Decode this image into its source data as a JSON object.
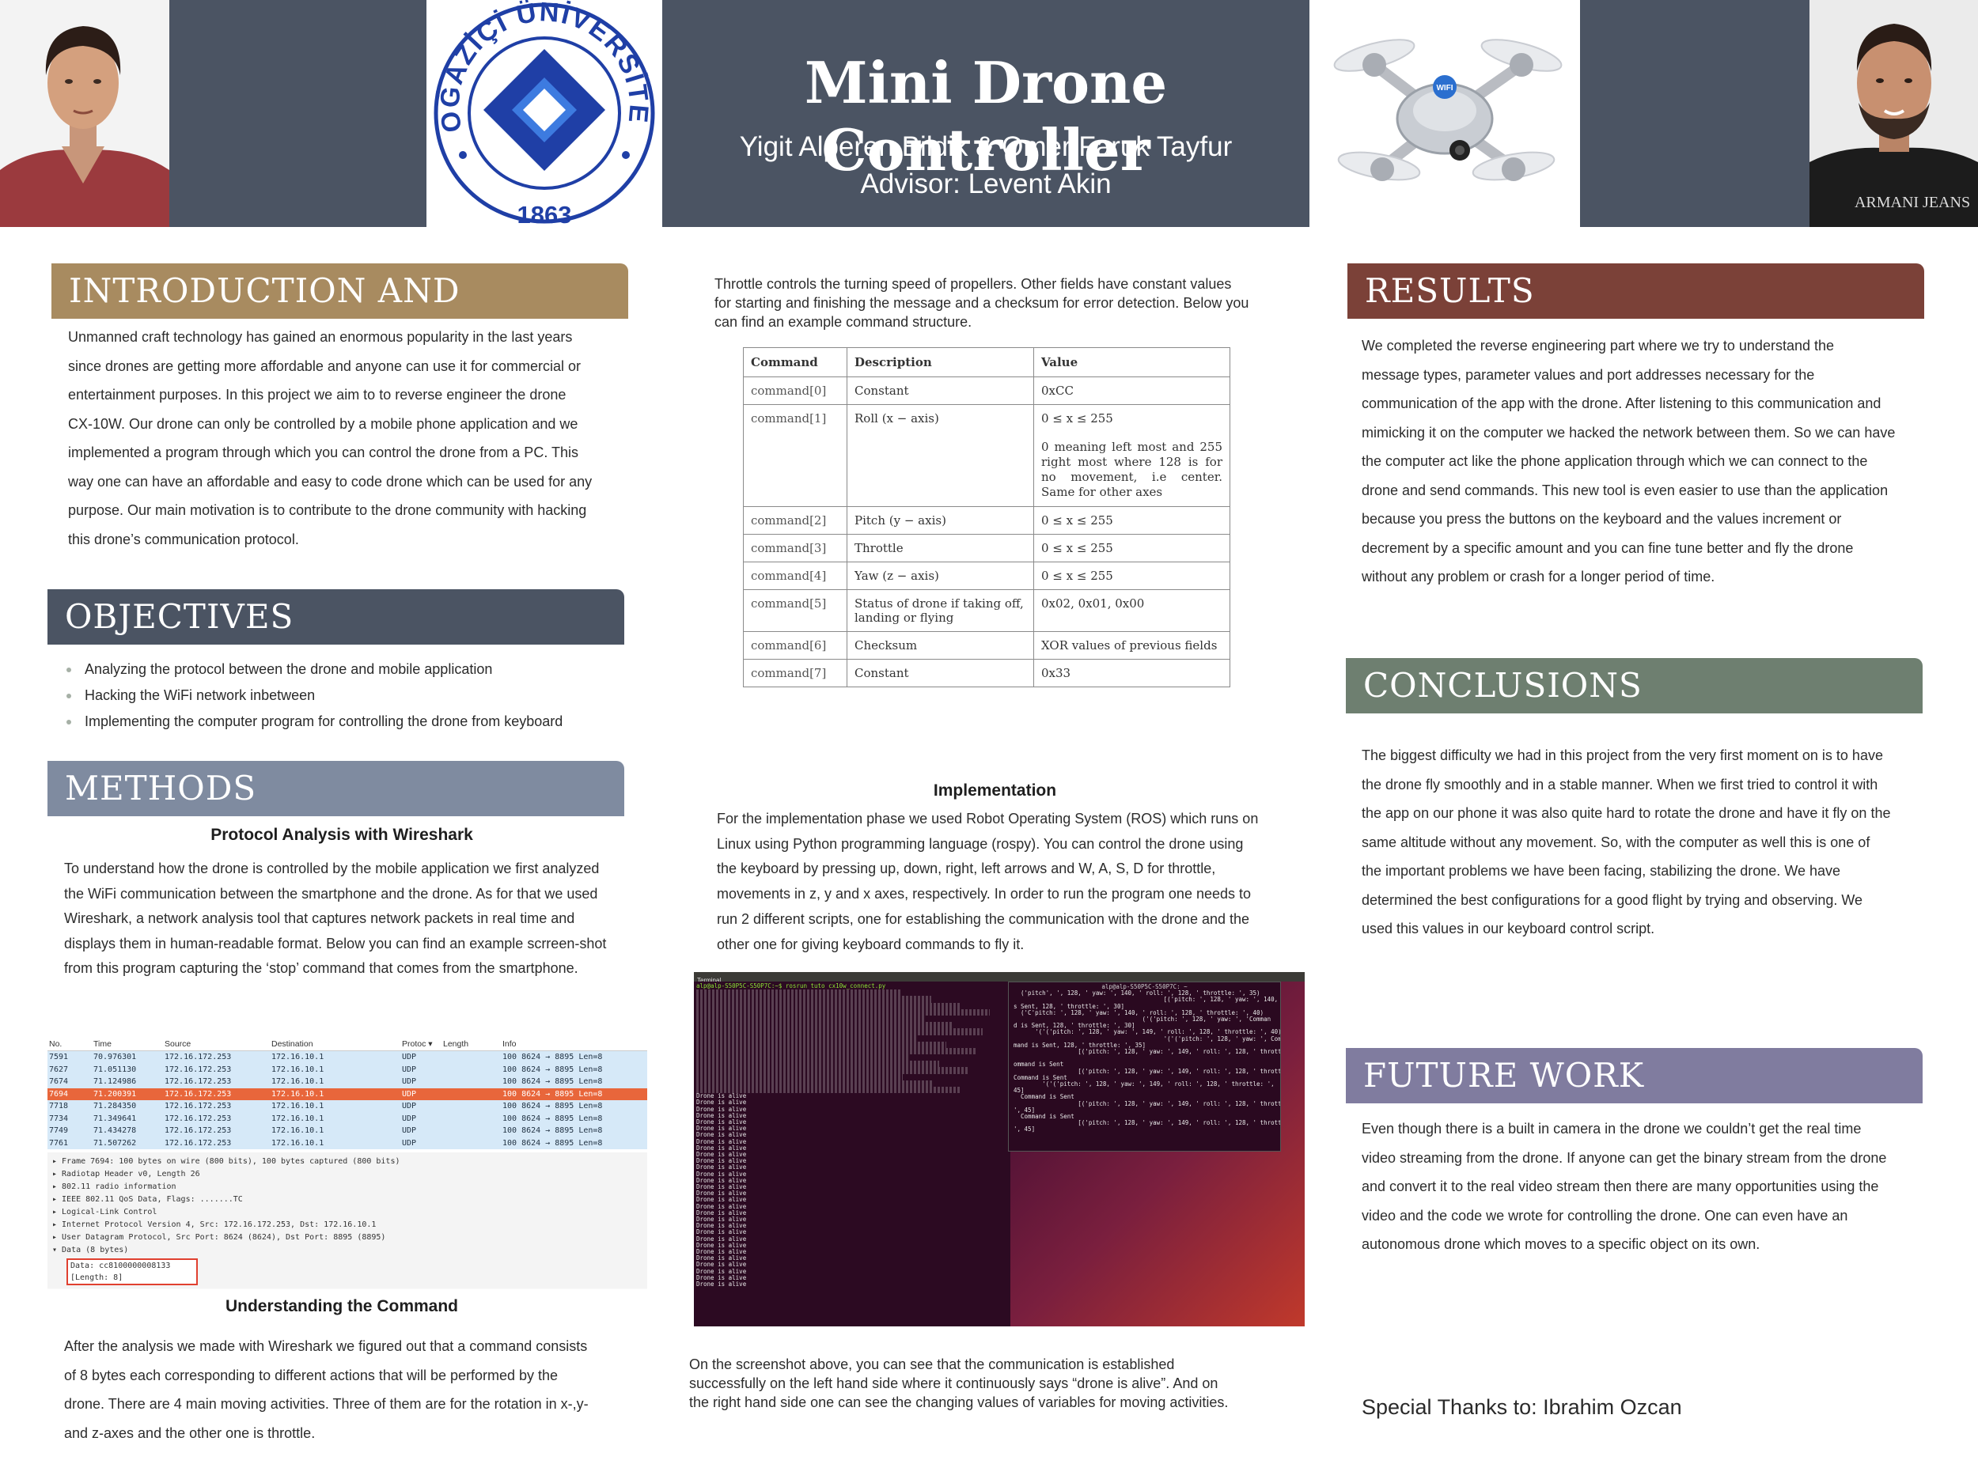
{
  "header": {
    "title": "Mini Drone Controller",
    "authors": "Yigit Alperen Bildik & Omer Faruk Tayfur",
    "advisor": "Advisor: Levent Akin",
    "logo": {
      "arc_text": "BOĞAZİÇİ ÜNİVERSİTESİ",
      "year": "1863",
      "color": "#1f3fa6"
    },
    "drone_label": "WIFI",
    "shirt_text": "ARMANI JEANS"
  },
  "intro": {
    "heading": "INTRODUCTION AND MOTIVATION",
    "lines": [
      "Unmanned craft technology has gained an enormous popularity in the last years",
      "since drones are getting more affordable and anyone can use it for commercial or",
      "entertainment purposes. In this project we aim to to reverse engineer the drone",
      "CX-10W. Our drone can only be controlled by a mobile phone application and we",
      "implemented a program through which you can control the drone from a PC. This",
      "way one can have an affordable and easy to code drone which can be used for any",
      "purpose. Our main motivation is to contribute to the drone community with hacking",
      "this drone’s communication protocol."
    ]
  },
  "objectives": {
    "heading": "OBJECTIVES",
    "items": [
      "Analyzing the protocol between the drone and mobile application",
      "Hacking the WiFi network inbetween",
      "Implementing the computer program for controlling the drone from keyboard"
    ]
  },
  "methods": {
    "heading": "METHODS",
    "wireshark_title": "Protocol Analysis with Wireshark",
    "wireshark_lines": [
      "To understand how the drone is controlled by the mobile application we first analyzed",
      "the WiFi communication between the smartphone and the drone. As for that we used",
      "Wireshark, a network analysis tool that captures network packets in real time and",
      "displays them in human-readable format. Below you can find an example scrreen-shot",
      "from this program capturing the ‘stop’ command that comes from the smartphone."
    ],
    "understanding_title": "Understanding the Command",
    "understanding_lines": [
      "After the analysis we made with Wireshark we figured out that a command consists",
      "of 8 bytes each corresponding to different actions that will be performed by the",
      "drone. There are 4 main moving activities. Three of them are for the rotation in x-,y-",
      "and z-axes and the other one is throttle."
    ]
  },
  "wireshark": {
    "columns": [
      "No.",
      "Time",
      "Source",
      "Destination",
      "Protoc ▾",
      "Length",
      "Info"
    ],
    "rows": [
      [
        "7591",
        "70.976301",
        "172.16.172.253",
        "172.16.10.1",
        "UDP",
        "",
        "100 8624 → 8895  Len=8"
      ],
      [
        "7627",
        "71.051130",
        "172.16.172.253",
        "172.16.10.1",
        "UDP",
        "",
        "100 8624 → 8895  Len=8"
      ],
      [
        "7674",
        "71.124986",
        "172.16.172.253",
        "172.16.10.1",
        "UDP",
        "",
        "100 8624 → 8895  Len=8"
      ],
      [
        "7694",
        "71.200391",
        "172.16.172.253",
        "172.16.10.1",
        "UDP",
        "",
        "100 8624 → 8895  Len=8"
      ],
      [
        "7718",
        "71.284350",
        "172.16.172.253",
        "172.16.10.1",
        "UDP",
        "",
        "100 8624 → 8895  Len=8"
      ],
      [
        "7734",
        "71.349641",
        "172.16.172.253",
        "172.16.10.1",
        "UDP",
        "",
        "100 8624 → 8895  Len=8"
      ],
      [
        "7749",
        "71.434278",
        "172.16.172.253",
        "172.16.10.1",
        "UDP",
        "",
        "100 8624 → 8895  Len=8"
      ],
      [
        "7761",
        "71.507262",
        "172.16.172.253",
        "172.16.10.1",
        "UDP",
        "",
        "100 8624 → 8895  Len=8"
      ]
    ],
    "selected_row": 3,
    "details": [
      "▸ Frame 7694: 100 bytes on wire (800 bits), 100 bytes captured (800 bits)",
      "▸ Radiotap Header v0, Length 26",
      "▸ 802.11 radio information",
      "▸ IEEE 802.11 QoS Data, Flags: .......TC",
      "▸ Logical-Link Control",
      "▸ Internet Protocol Version 4, Src: 172.16.172.253, Dst: 172.16.10.1",
      "▸ User Datagram Protocol, Src Port: 8624 (8624), Dst Port: 8895 (8895)",
      "▾ Data (8 bytes)"
    ],
    "data_line": "Data: cc8100000008133",
    "length_line": "[Length: 8]"
  },
  "middle": {
    "intro_lines": [
      "Throttle controls the turning speed of propellers. Other fields have constant values",
      "for starting and finishing the message and a checksum for error detection. Below you",
      "can find an example command structure."
    ],
    "impl_title": "Implementation",
    "impl_lines": [
      "For the implementation phase we used Robot Operating System (ROS) which runs on",
      "Linux using Python programming language (rospy). You can control the drone using",
      "the keyboard by pressing up, down, right, left arrows and W, A, S, D for throttle,",
      "movements in z, y and x axes, respectively. In order to run the program one needs to",
      "run 2 different scripts, one for establishing the communication with the drone and the",
      "other one for giving keyboard commands to fly it."
    ],
    "caption_lines": [
      "On the screenshot above, you can see that the communication is established",
      "successfully on the left hand side where it continuously  says “drone is alive”. And on",
      "the right hand side one can see the changing values of variables for moving activities."
    ]
  },
  "table": {
    "headers": [
      "Command",
      "Description",
      "Value"
    ],
    "rows": [
      {
        "cmd": "command[0]",
        "desc": "Constant",
        "val": "0xCC",
        "val2": ""
      },
      {
        "cmd": "command[1]",
        "desc": "Roll (x − axis)",
        "val": "0 ≤ x ≤ 255",
        "val2": "0 meaning left most and 255 right most where 128 is for no movement, i.e center. Same for other axes"
      },
      {
        "cmd": "command[2]",
        "desc": "Pitch (y − axis)",
        "val": "0 ≤ x ≤ 255",
        "val2": ""
      },
      {
        "cmd": "command[3]",
        "desc": "Throttle",
        "val": "0 ≤ x ≤ 255",
        "val2": ""
      },
      {
        "cmd": "command[4]",
        "desc": "Yaw (z − axis)",
        "val": "0 ≤ x ≤ 255",
        "val2": ""
      },
      {
        "cmd": "command[5]",
        "desc": "Status of drone if taking off, landing or flying",
        "val": "0x02, 0x01, 0x00",
        "val2": ""
      },
      {
        "cmd": "command[6]",
        "desc": "Checksum",
        "val": "XOR values of previous fields",
        "val2": ""
      },
      {
        "cmd": "command[7]",
        "desc": "Constant",
        "val": "0x33",
        "val2": ""
      }
    ]
  },
  "terminal": {
    "window_title": "Terminal",
    "prompt": "alp@alp-S50P5C-S50P7C:~$ rosrun tuto cx10w_connect.py",
    "alive": "Drone is alive",
    "right_title": "alp@alp-S50P5C-S50P7C: ~",
    "right_lines": [
      "  ('pitch', ', 128, ' yaw: ', 140, ' roll: ', 128, ' throttle: ', 35)",
      "                                          [('pitch: ', 128, ' yaw: ', 140, 'Command i",
      "s Sent, 128, ' throttle: ', 30]",
      "  ('C'pitch: ', 128, ' yaw: ', 140, ' roll: ', 128, ' throttle: ', 40)",
      "                                    ('('pitch: ', 128, ' yaw: ', 'Comman",
      "d is Sent, 128, ' throttle: ', 30]",
      "      '('('pitch: ', 128, ' yaw: ', 149, ' roll: ', 128, ' throttle: ', 40)",
      "                                          '('('pitch: ', 128, ' yaw: ', Com",
      "mand is Sent, 128, ' throttle: ', 35]",
      "                  [('pitch: ', 128, ' yaw: ', 149, ' roll: ', 128, ' throttle: ', 40)",
      "                                                                  ",
      "ommand is Sent",
      "                  [('pitch: ', 128, ' yaw: ', 149, ' roll: ', 128, ' throttle: ', 40",
      "Command is Sent",
      "        '('('pitch: ', 128, ' yaw: ', 149, ' roll: ', 128, ' throttle: ',",
      "45]",
      "  Command is Sent",
      "                  [('pitch: ', 128, ' yaw: ', 149, ' roll: ', 128, ' throttle:",
      "', 45]",
      "  Command is Sent",
      "                  [('pitch: ', 128, ' yaw: ', 149, ' roll: ', 128, ' throttle",
      "', 45]"
    ]
  },
  "results": {
    "heading": "RESULTS",
    "lines": [
      " We completed the reverse engineering part where we try to understand the",
      "message types, parameter values and port addresses necessary for the",
      "communication of the app with the drone. After listening to this communication and",
      "mimicking it on the computer we hacked the network between them. So we can have",
      "the computer act like the phone application through which we can connect to the",
      "drone and send commands. This new tool is even easier to use than the application",
      "because you press the buttons on the keyboard and the values increment or",
      "decrement by a specific amount and you can fine tune better and fly the drone",
      "without any problem or crash for a longer period of time."
    ]
  },
  "conclusions": {
    "heading": "CONCLUSIONS",
    "lines": [
      "The biggest difficulty we had in this project from the very first moment on is to have",
      "the drone fly smoothly and in a stable manner. When we first tried to control it with",
      "the app on our phone it was also quite hard to rotate the drone and have it fly on the",
      "same altitude without any movement. So, with the computer as well this is one of",
      "the important problems we have been facing, stabilizing the drone. We have",
      "determined the best configurations for a good flight by trying and observing. We",
      "used this values in our keyboard control script."
    ]
  },
  "future": {
    "heading": "FUTURE WORK",
    "lines": [
      "Even though there is a built in camera in the drone we couldn’t get the real time",
      "video streaming from the drone. If anyone can get the binary stream from the drone",
      "and convert it to the real video stream then there are many opportunities using the",
      "video and the code we wrote for controlling the drone. One can even have an",
      "autonomous drone which moves to a specific object on its own."
    ]
  },
  "thanks": "Special Thanks to: Ibrahim Ozcan",
  "colors": {
    "header": "#4b5463",
    "intro": "#a88b60",
    "objectives": "#4b5463",
    "methods": "#7f8ba0",
    "results": "#7b4138",
    "conclusions": "#6e7f70",
    "future": "#807c9f"
  }
}
